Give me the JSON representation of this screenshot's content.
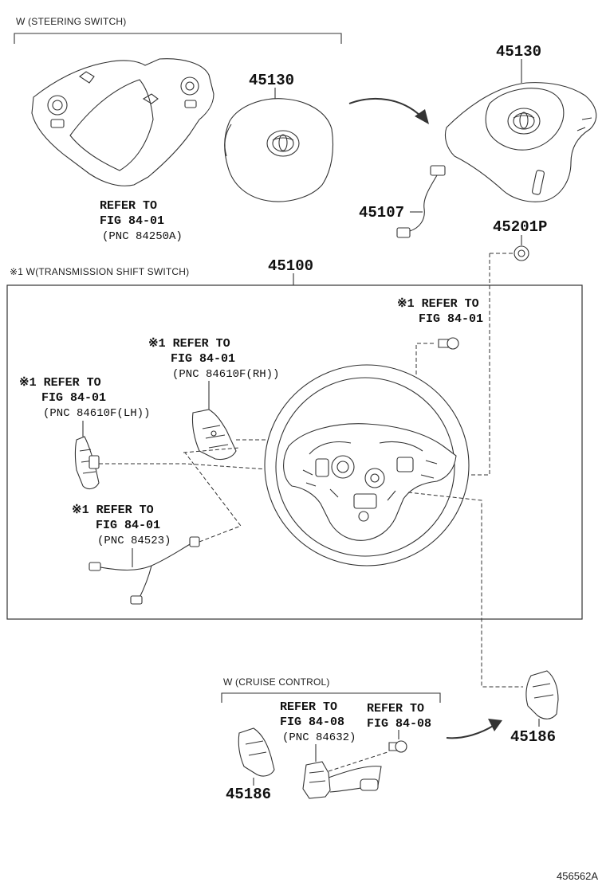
{
  "sections": {
    "steering_switch": "W (STEERING SWITCH)",
    "transmission_shift_switch": "※1 W(TRANSMISSION SHIFT SWITCH)",
    "cruise_control": "W (CRUISE CONTROL)"
  },
  "part_numbers": {
    "pad_left": "45130",
    "pad_right": "45130",
    "spiral_cable": "45107",
    "nut": "45201P",
    "wheel_assy": "45100",
    "paddle_bottom": "45186",
    "paddle_right": "45186"
  },
  "refs": {
    "steering_switch_ref": [
      "REFER TO",
      "FIG 84-01",
      "(PNC 84250A)"
    ],
    "screw_ref": [
      "※1 REFER TO",
      "FIG 84-01"
    ],
    "rh_switch_ref": [
      "※1 REFER TO",
      "FIG 84-01",
      "(PNC 84610F(RH))"
    ],
    "lh_switch_ref": [
      "※1 REFER TO",
      "FIG 84-01",
      "(PNC 84610F(LH))"
    ],
    "wire_ref": [
      "※1 REFER TO",
      "FIG 84-01",
      "(PNC 84523)"
    ],
    "cruise_ref": [
      "REFER TO",
      "FIG 84-08",
      "(PNC 84632)"
    ],
    "cruise_screw_ref": [
      "REFER TO",
      "FIG 84-08"
    ]
  },
  "diagram_code": "456562A"
}
